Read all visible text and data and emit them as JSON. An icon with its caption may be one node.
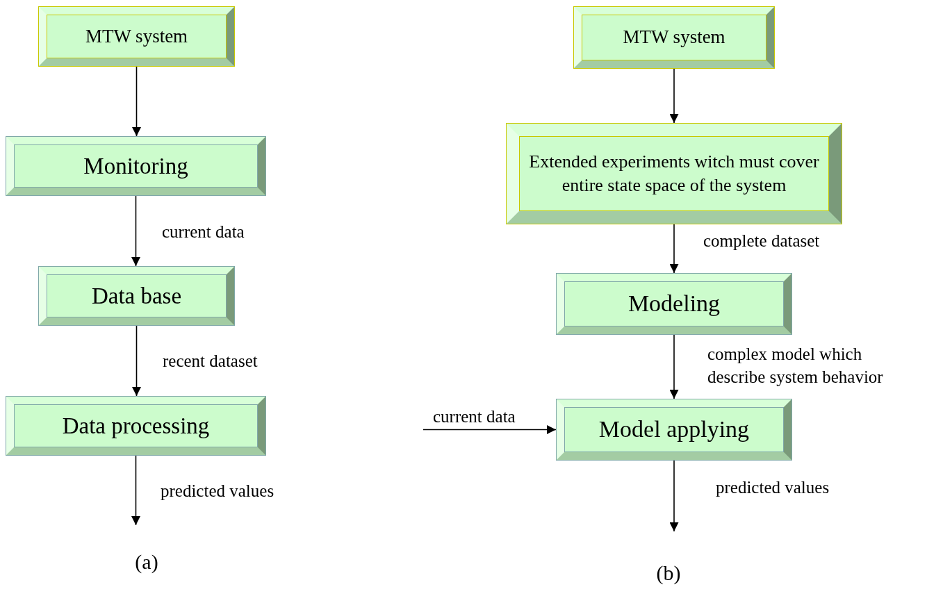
{
  "diagram": {
    "nodes": [
      {
        "text": [
          "MTW system"
        ]
      },
      {
        "text": [
          "Monitoring"
        ]
      },
      {
        "text": [
          "Data base"
        ]
      },
      {
        "text": [
          "Data processing"
        ]
      },
      {
        "text": [
          "MTW system"
        ]
      },
      {
        "text": [
          "Extended experiments witch must cover entire state space of the system"
        ]
      },
      {
        "text": [
          "Modeling"
        ]
      },
      {
        "text": [
          "Model applying"
        ]
      }
    ],
    "edges": [
      {
        "from": 0,
        "to": 1,
        "arrow": "to"
      },
      {
        "from": 1,
        "to": 2,
        "arrow": "to",
        "label": "current data"
      },
      {
        "from": 2,
        "to": 3,
        "arrow": "to",
        "label": "recent dataset"
      },
      {
        "from": 3,
        "to": null,
        "arrow": "to",
        "label": "predicted values"
      },
      {
        "from": 4,
        "to": 5,
        "arrow": "to"
      },
      {
        "from": 5,
        "to": 6,
        "arrow": "to",
        "label": "complete dataset"
      },
      {
        "from": 6,
        "to": 7,
        "arrow": "to",
        "label": "complex model which describe system behavior"
      },
      {
        "from": null,
        "to": 7,
        "arrow": "to",
        "label": "current data"
      },
      {
        "from": 7,
        "to": null,
        "arrow": "to",
        "label": "predicted values"
      }
    ],
    "labels": [
      "(a)",
      "(b)"
    ]
  }
}
